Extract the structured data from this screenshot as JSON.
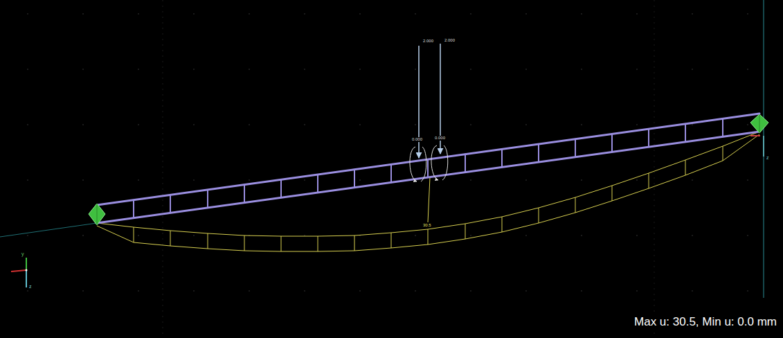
{
  "diagram": {
    "labels": [
      "2.000",
      "2.000",
      "0.000",
      "0.000",
      "30.5",
      "Max u: 30.5, Min u: 0.0 mm",
      "y",
      "z",
      "z"
    ]
  }
}
